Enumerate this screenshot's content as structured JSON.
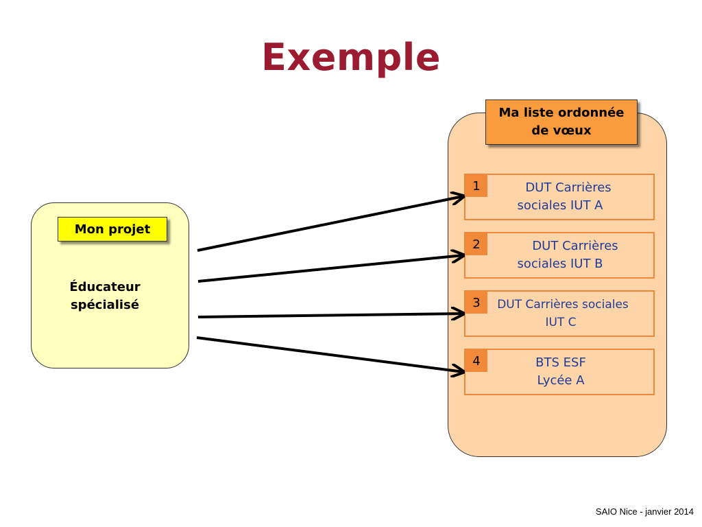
{
  "title": "Exemple",
  "project": {
    "label": "Mon projet",
    "lines": [
      "Éducateur",
      "spécialisé"
    ]
  },
  "wishlist": {
    "label_lines": [
      "Ma liste ordonnée",
      "de vœux"
    ],
    "items": [
      {
        "num": "1",
        "lines": [
          "DUT Carrières",
          "sociales IUT A"
        ]
      },
      {
        "num": "2",
        "lines": [
          "DUT Carrières",
          "sociales IUT B"
        ]
      },
      {
        "num": "3",
        "lines": [
          "DUT Carrières sociales",
          "IUT C"
        ]
      },
      {
        "num": "4",
        "lines": [
          "BTS ESF",
          "Lycée A"
        ]
      }
    ]
  },
  "footer": "SAIO Nice - janvier 2014",
  "colors": {
    "title": "#9b1b30",
    "project_fill": "#ffffc0",
    "project_label_fill": "#ffff00",
    "wishlist_fill": "#fdd5a8",
    "wishlist_label_fill": "#fa9b3e",
    "item_border": "#f0883c",
    "item_text": "#1f3b9a"
  }
}
